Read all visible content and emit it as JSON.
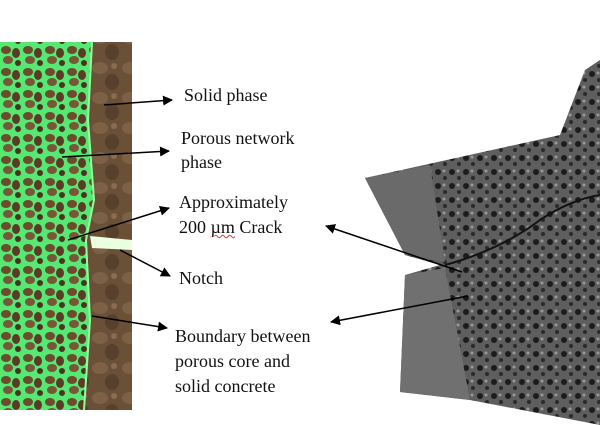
{
  "labels": {
    "solid_phase": "Solid phase",
    "porous_network_line1": "Porous network",
    "porous_network_line2": "phase",
    "crack_line1": "Approximately",
    "crack_line2_num": "200",
    "crack_line2_unit": "µm",
    "crack_line2_word": "Crack",
    "notch": "Notch",
    "boundary_line1": "Boundary between",
    "boundary_line2": "porous core and",
    "boundary_line3": "solid concrete"
  },
  "colors": {
    "porous_green": "#5ef07a",
    "solid_brown": "#6b5038",
    "specimen_gray": "#5a5a5a"
  }
}
